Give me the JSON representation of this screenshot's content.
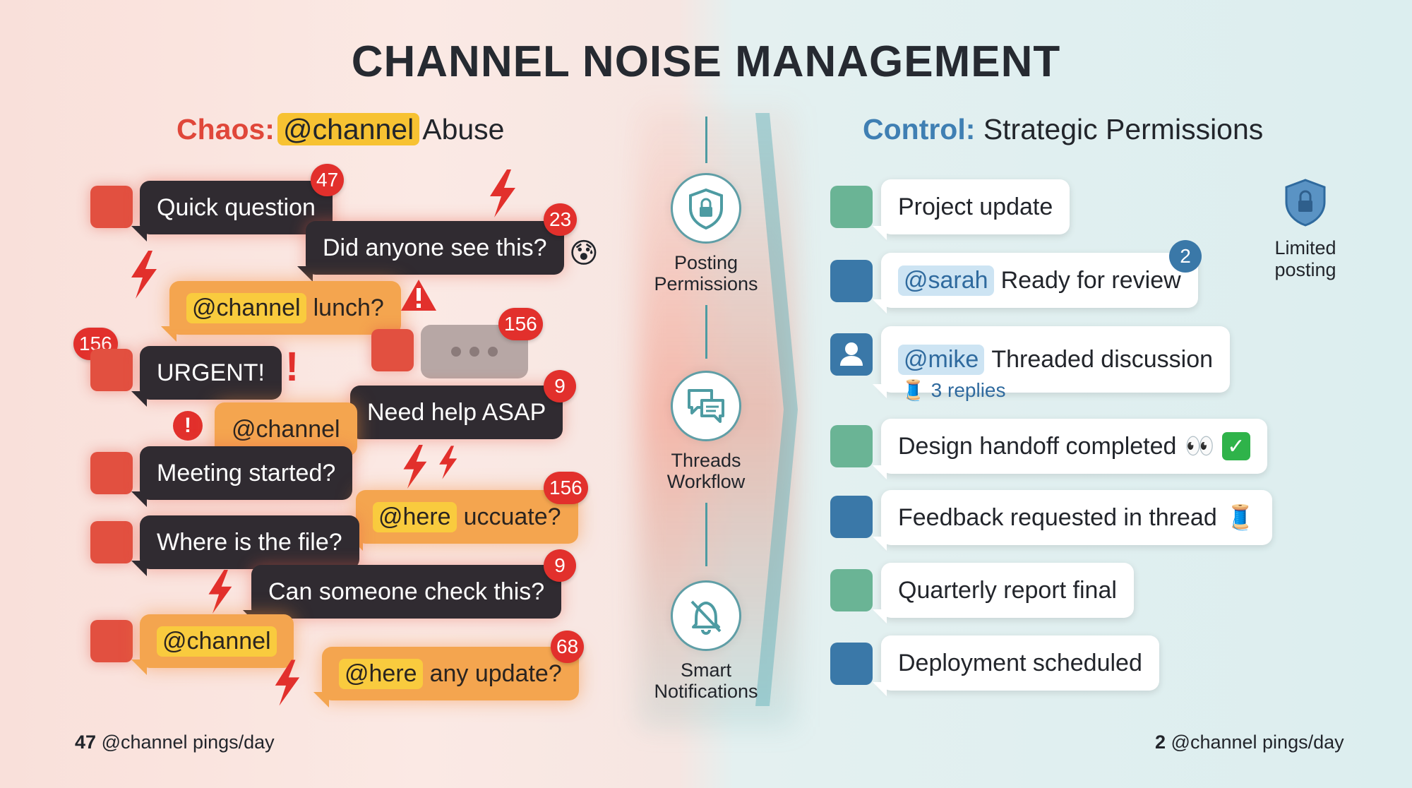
{
  "title": "CHANNEL NOISE MANAGEMENT",
  "chaos": {
    "heading_keyword": "Chaos:",
    "heading_highlight": "@channel",
    "heading_rest": "Abuse",
    "messages": {
      "quick_question": "Quick question",
      "did_anyone": "Did anyone see this?",
      "channel_lunch_mention": "@channel",
      "channel_lunch_text": "lunch?",
      "urgent": "URGENT!",
      "channel_solo": "@channel",
      "need_help": "Need help ASAP",
      "meeting_started": "Meeting started?",
      "here_mention": "@here",
      "here_text": "uccuate?",
      "where_file": "Where is the file?",
      "can_someone": "Can someone check this?",
      "channel_bottom": "@channel",
      "here_update_mention": "@here",
      "here_update_text": "any update?"
    },
    "badges": {
      "quick_question": "47",
      "did_anyone": "23",
      "urgent": "156",
      "typing": "156",
      "need_help": "9",
      "here": "156",
      "can_someone": "9",
      "here_update": "68"
    },
    "footer_count": "47",
    "footer_text": "@channel pings/day"
  },
  "middle": {
    "steps": [
      {
        "label_line1": "Posting",
        "label_line2": "Permissions",
        "icon": "shield-lock-icon"
      },
      {
        "label_line1": "Threads",
        "label_line2": "Workflow",
        "icon": "chat-bubbles-icon"
      },
      {
        "label_line1": "Smart",
        "label_line2": "Notifications",
        "icon": "bell-off-icon"
      }
    ]
  },
  "control": {
    "heading_keyword": "Control:",
    "heading_rest": "Strategic Permissions",
    "messages": {
      "project_update": "Project update",
      "sarah_mention": "@sarah",
      "sarah_text": "Ready for review",
      "sarah_badge": "2",
      "mike_mention": "@mike",
      "mike_text": "Threaded discussion",
      "mike_replies": "3 replies",
      "design_handoff": "Design handoff completed",
      "feedback": "Feedback requested in thread",
      "quarterly": "Quarterly report final",
      "deployment": "Deployment scheduled"
    },
    "limited_line1": "Limited",
    "limited_line2": "posting",
    "footer_count": "2",
    "footer_text": "@channel pings/day"
  },
  "colors": {
    "chaos_red": "#e25040",
    "chaos_dark": "#302b31",
    "chaos_orange": "#f4a54f",
    "mention_yellow": "#f9cb3e",
    "control_green": "#6ab495",
    "control_blue": "#3a78a8"
  }
}
